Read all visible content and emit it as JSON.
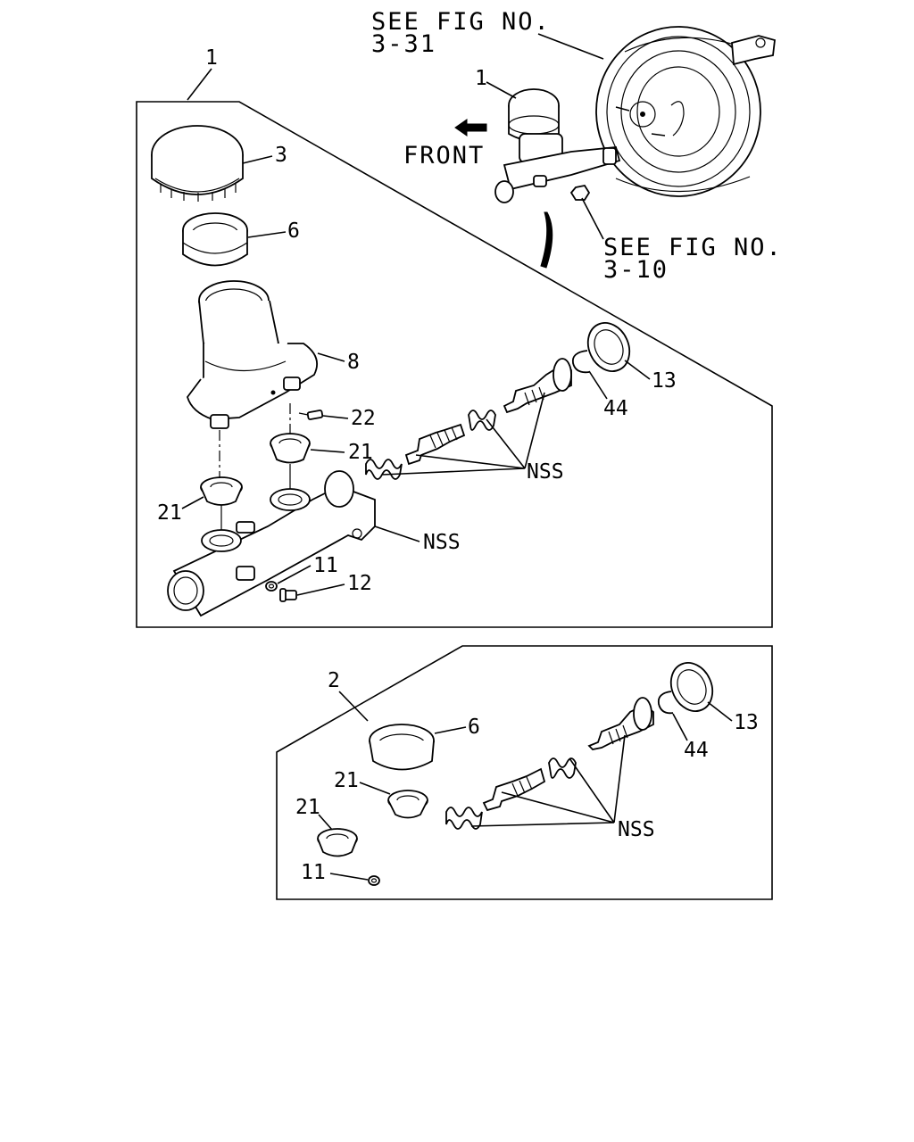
{
  "notes": {
    "booster_ref_line1": "SEE FIG NO.",
    "booster_ref_line2": "3-31",
    "nut_ref_line1": "SEE FIG NO.",
    "nut_ref_line2": "3-10",
    "front": "FRONT"
  },
  "assembly_master": {
    "callout_1": "1",
    "callout_3": "3",
    "callout_6": "6",
    "callout_8": "8",
    "callout_22": "22",
    "callout_21a": "21",
    "callout_21b": "21",
    "callout_11": "11",
    "callout_12": "12",
    "callout_13": "13",
    "callout_44": "44",
    "callout_nss_body": "NSS",
    "callout_nss_pistons": "NSS"
  },
  "assembly_overview": {
    "callout_1": "1"
  },
  "repair_kit": {
    "callout_2": "2",
    "callout_6": "6",
    "callout_21a": "21",
    "callout_21b": "21",
    "callout_11": "11",
    "callout_13": "13",
    "callout_44": "44",
    "callout_nss": "NSS"
  },
  "icons": {
    "front_arrow": "front-arrow-icon"
  }
}
